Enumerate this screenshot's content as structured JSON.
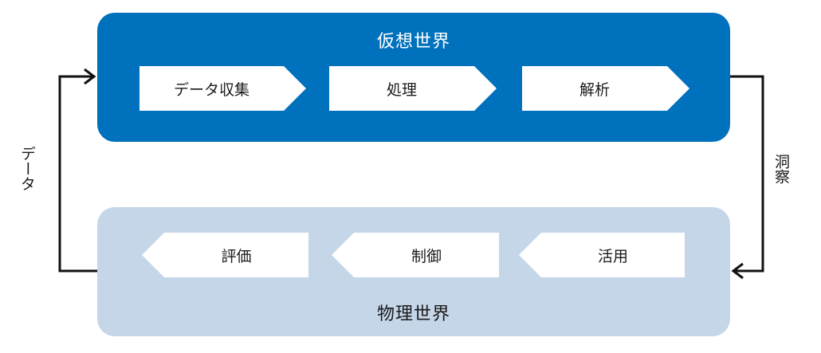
{
  "virtual_world": {
    "title": "仮想世界",
    "steps": [
      "データ収集",
      "処理",
      "解析"
    ]
  },
  "physical_world": {
    "title": "物理世界",
    "steps": [
      "評価",
      "制御",
      "活用"
    ]
  },
  "arrows": {
    "left_label": "データ",
    "right_label": "洞察"
  },
  "colors": {
    "virtual": "#0071bc",
    "physical": "#c5d6e8",
    "step": "#ffffff",
    "arrow": "#111111"
  }
}
